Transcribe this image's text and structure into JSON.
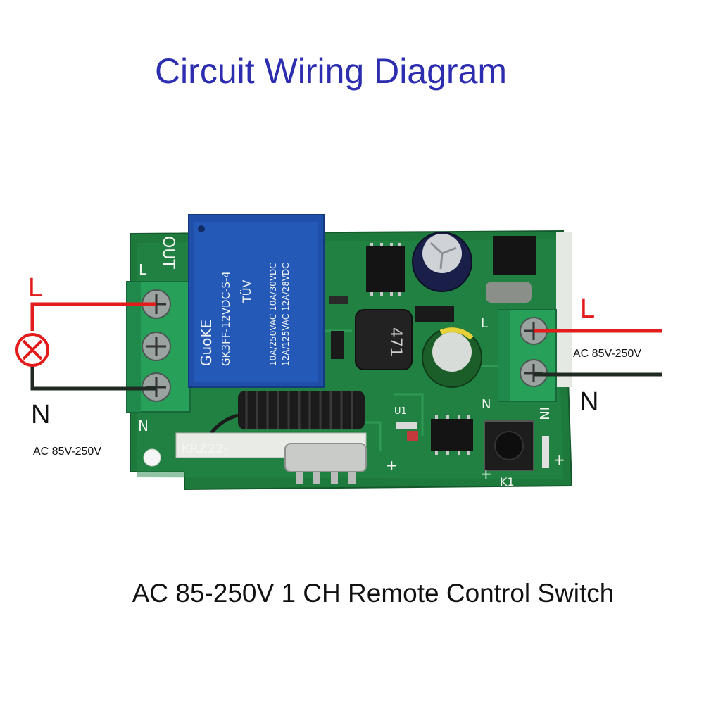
{
  "title": "Circuit Wiring Diagram",
  "caption": "AC 85-250V 1 CH Remote Control Switch",
  "left_side": {
    "label_l": "L",
    "label_n": "N",
    "voltage": "AC 85V-250V"
  },
  "right_side": {
    "label_l": "L",
    "label_n": "N",
    "voltage": "AC 85V-250V"
  },
  "board": {
    "relay_brand": "GuoKE",
    "relay_model": "GK3FF-12VDC-S-4",
    "relay_rating_1": "10A/250VAC 10A/30VDC",
    "relay_rating_2": "12A/125VAC 12A/28VDC",
    "relay_mark": "TÜV",
    "inductor_code": "471",
    "silk_out": "OUT",
    "silk_l_left": "L",
    "silk_n_left": "N",
    "silk_in": "IN",
    "silk_l_right": "L",
    "silk_n_right": "N",
    "silk_k1": "K1",
    "silk_module": "KRZ22-",
    "silk_u": "U1",
    "silk_plus_1": "+",
    "silk_plus_2": "+",
    "silk_plus_3": "+"
  },
  "colors": {
    "title": "#2d2db0",
    "live_wire": "#e21b1b",
    "neutral_wire": "#1f2a22",
    "pcb": "#1e7a3c",
    "terminal_block": "#27a05a",
    "relay": "#1f4fa8"
  }
}
